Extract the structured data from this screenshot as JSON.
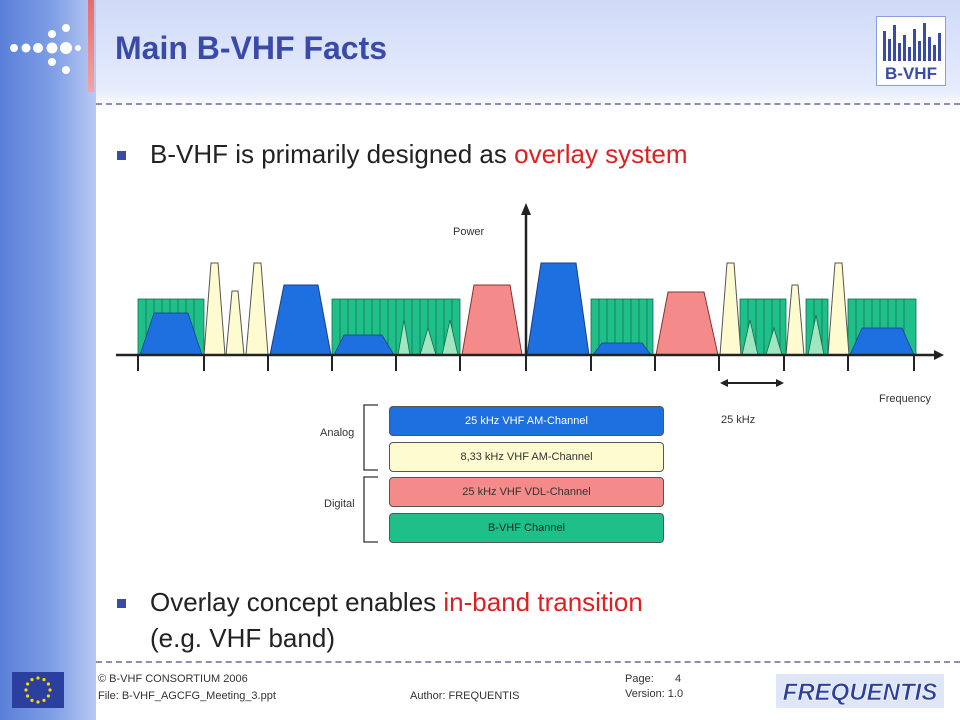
{
  "slide": {
    "title": "Main B-VHF Facts",
    "bullets": [
      {
        "text_before": "B-VHF is primarily designed as ",
        "highlight": "overlay system",
        "text_after": ""
      },
      {
        "text_before": "Overlay concept enables ",
        "highlight": "in-band transition",
        "text_after": "",
        "line2": "(e.g. VHF band)"
      }
    ]
  },
  "diagram": {
    "y_axis_label": "Power",
    "x_axis_label": "Frequency",
    "spacing_label": "25 kHz",
    "group_analog": "Analog",
    "group_digital": "Digital",
    "legend": [
      {
        "label": "25 kHz VHF AM-Channel",
        "color": "#1e6fe0"
      },
      {
        "label": "8,33 kHz VHF AM-Channel",
        "color": "#fdfbcf"
      },
      {
        "label": "25 kHz VHF VDL-Channel",
        "color": "#f58a8a"
      },
      {
        "label": "B-VHF Channel",
        "color": "#1fbf8a"
      }
    ]
  },
  "footer": {
    "copyright": "© B-VHF CONSORTIUM 2006",
    "file": "File: B-VHF_AGCFG_Meeting_3.ppt",
    "author": "Author: FREQUENTIS",
    "page_label": "Page:",
    "page_number": "4",
    "version": "Version: 1.0",
    "brand": "FREQUENTIS",
    "logo_text": "B-VHF"
  }
}
